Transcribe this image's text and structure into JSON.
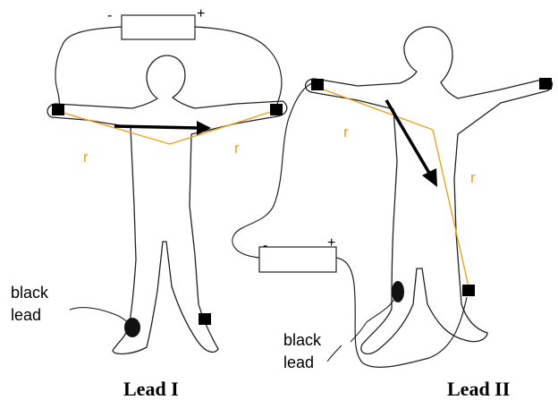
{
  "panels": [
    {
      "caption": "Lead I",
      "battery": {
        "minus": "-",
        "plus": "+"
      },
      "resistor_labels": [
        "r",
        "r"
      ],
      "lead_label": [
        "black",
        "lead"
      ]
    },
    {
      "caption": "Lead II",
      "battery": {
        "minus": "-",
        "plus": "+"
      },
      "resistor_labels": [
        "r",
        "r"
      ],
      "lead_label": [
        "black",
        "lead"
      ]
    }
  ],
  "colors": {
    "outline": "#222222",
    "resistor_line": "#f0a020",
    "label_orange": "#f0a020",
    "electrode": "#000000",
    "arrow": "#000000"
  }
}
